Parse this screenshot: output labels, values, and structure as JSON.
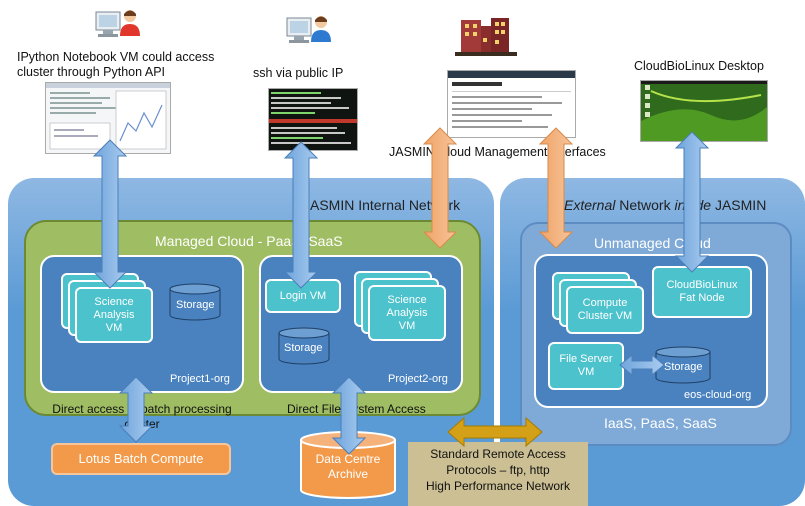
{
  "top": {
    "ipython_label": "IPython Notebook VM could access\ncluster through Python API",
    "ssh_label": "ssh via public IP",
    "mgmt_label": "JASMIN Cloud Management Interfaces",
    "cbl_label": "CloudBioLinux Desktop"
  },
  "internal": {
    "title": "JASMIN Internal Network",
    "managed_title": "Managed Cloud - PaaS, SaaS",
    "project1": {
      "vm_label": "Science\nAnalysis\nVM",
      "storage": "Storage",
      "name": "Project1-org"
    },
    "project2": {
      "login_vm": "Login VM",
      "storage": "Storage",
      "vm_label": "Science\nAnalysis\nVM",
      "name": "Project2-org"
    },
    "batch_access": "Direct access to batch processing\ncluster",
    "fs_access": "Direct File System Access"
  },
  "external": {
    "title_pre": "External",
    "title_mid": " Network ",
    "title_inside": "inside",
    "title_post": " JASMIN",
    "unmanaged_title": "Unmanaged Cloud",
    "compute_vm": "Compute\nCluster VM",
    "fat_node": "CloudBioLinux\nFat Node",
    "file_server": "File Server\nVM",
    "storage": "Storage",
    "org": "eos-cloud-org",
    "services": "IaaS, PaaS, SaaS"
  },
  "bottom": {
    "lotus": "Lotus Batch Compute",
    "archive": "Data Centre\nArchive",
    "remote": "Standard Remote Access\nProtocols – ftp, http\nHigh Performance Network"
  },
  "colors": {
    "blue_panel": "#5b9bd5",
    "green_cloud": "#9fbd63",
    "orange": "#f29a4a",
    "teal_vm": "#4cc2cc",
    "tan": "#cbbf93"
  }
}
